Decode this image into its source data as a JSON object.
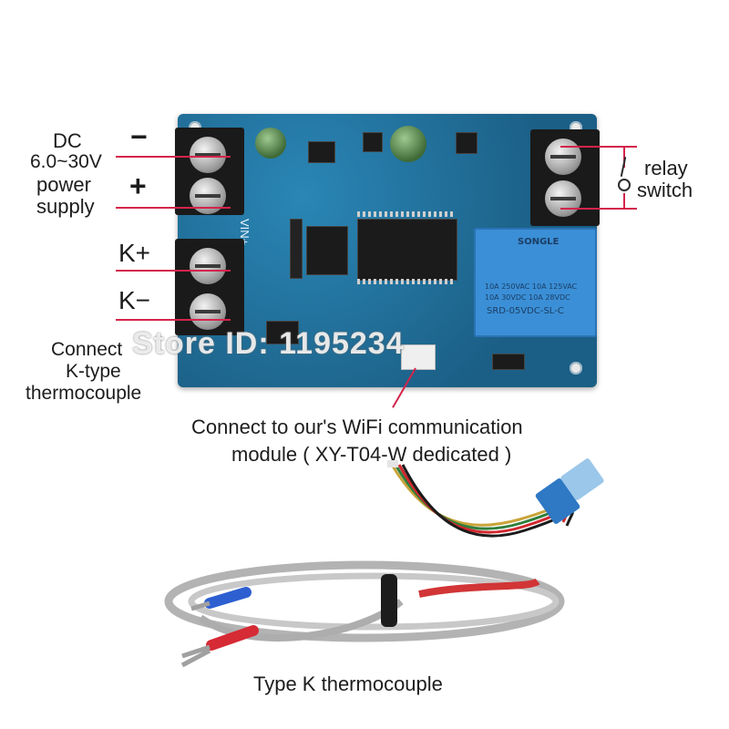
{
  "labels": {
    "dc": "DC",
    "voltage": "6.0~30V",
    "power": "power",
    "supply": "supply",
    "minus": "−",
    "plus": "+",
    "k_plus": "K+",
    "k_minus": "K−",
    "connect_k": "Connect",
    "k_type": "K-type",
    "thermocouple": "thermocouple",
    "relay": "relay",
    "switch": "switch",
    "wifi_line1": "Connect to our's WiFi communication",
    "wifi_line2": "module ( XY-T04-W dedicated )",
    "type_k": "Type K thermocouple"
  },
  "board_marks": {
    "vin": "VIN+",
    "relay_brand": "SONGLE",
    "relay_spec1": "10A 250VAC  10A 125VAC",
    "relay_spec2": "10A 30VDC  10A 28VDC",
    "relay_model": "SRD-05VDC-SL-C"
  },
  "watermark": "Store ID: 1195234",
  "colors": {
    "board": "#1f6f9a",
    "relay": "#3b8fd6",
    "annotation_line": "#d4244b",
    "terminal": "#1a1a1a",
    "probe_blue": "#2d5fd1",
    "probe_red": "#d62a35"
  }
}
